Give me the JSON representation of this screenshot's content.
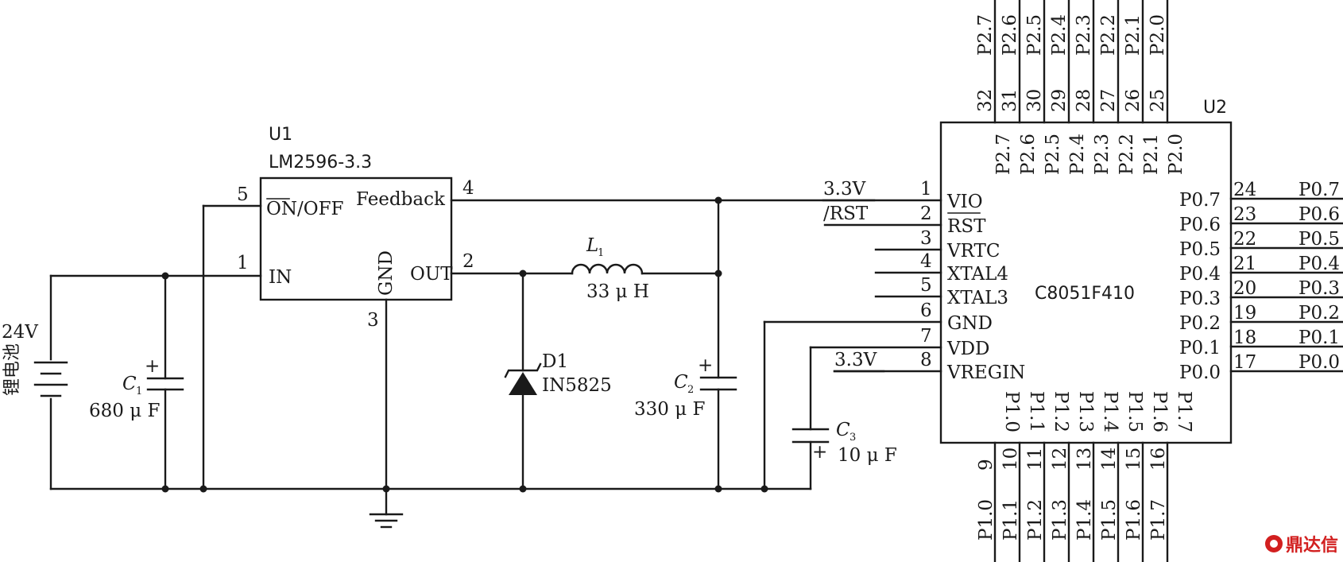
{
  "battery": {
    "voltage": "24V",
    "name": "锂电池"
  },
  "u1": {
    "ref": "U1",
    "part": "LM2596-3.3",
    "on_off": "ON/OFF",
    "feedback": "Feedback",
    "in": "IN",
    "gnd": "GND",
    "out": "OUT",
    "pin_on_off": "5",
    "pin_in": "1",
    "pin_gnd": "3",
    "pin_out": "2",
    "pin_fb": "4"
  },
  "c1": {
    "ref": "C",
    "sub": "1",
    "value": "680 μ F",
    "plus": "+"
  },
  "c2": {
    "ref": "C",
    "sub": "2",
    "value": "330 μ F",
    "plus": "+"
  },
  "c3": {
    "ref": "C",
    "sub": "3",
    "value": "10 μ F",
    "plus": "+"
  },
  "l1": {
    "ref": "L",
    "sub": "1",
    "value": "33 μ H"
  },
  "d1": {
    "ref": "D1",
    "part": "IN5825"
  },
  "net": {
    "vio": "3.3V",
    "rst": "/RST",
    "vregin": "3.3V"
  },
  "u2": {
    "ref": "U2",
    "part": "C8051F410",
    "left_pins": [
      {
        "num": "1",
        "name": "VIO"
      },
      {
        "num": "2",
        "name": "RST"
      },
      {
        "num": "3",
        "name": "VRTC"
      },
      {
        "num": "4",
        "name": "XTAL4"
      },
      {
        "num": "5",
        "name": "XTAL3"
      },
      {
        "num": "6",
        "name": "GND"
      },
      {
        "num": "7",
        "name": "VDD"
      },
      {
        "num": "8",
        "name": "VREGIN"
      }
    ],
    "right_pins": [
      {
        "num": "24",
        "name": "P0.7"
      },
      {
        "num": "23",
        "name": "P0.6"
      },
      {
        "num": "22",
        "name": "P0.5"
      },
      {
        "num": "21",
        "name": "P0.4"
      },
      {
        "num": "20",
        "name": "P0.3"
      },
      {
        "num": "19",
        "name": "P0.2"
      },
      {
        "num": "18",
        "name": "P0.1"
      },
      {
        "num": "17",
        "name": "P0.0"
      }
    ],
    "top_pins": [
      {
        "num": "32",
        "name": "P2.7"
      },
      {
        "num": "31",
        "name": "P2.6"
      },
      {
        "num": "30",
        "name": "P2.5"
      },
      {
        "num": "29",
        "name": "P2.4"
      },
      {
        "num": "28",
        "name": "P2.3"
      },
      {
        "num": "27",
        "name": "P2.2"
      },
      {
        "num": "26",
        "name": "P2.1"
      },
      {
        "num": "25",
        "name": "P2.0"
      }
    ],
    "bottom_pins": [
      {
        "num": "9",
        "name": "P1.0"
      },
      {
        "num": "10",
        "name": "P1.1"
      },
      {
        "num": "11",
        "name": "P1.2"
      },
      {
        "num": "12",
        "name": "P1.3"
      },
      {
        "num": "13",
        "name": "P1.4"
      },
      {
        "num": "14",
        "name": "P1.5"
      },
      {
        "num": "15",
        "name": "P1.6"
      },
      {
        "num": "16",
        "name": "P1.7"
      }
    ]
  },
  "watermark": "鼎达信",
  "colors": {
    "line": "#1a1a1a",
    "watermark": "#d21f1f"
  }
}
